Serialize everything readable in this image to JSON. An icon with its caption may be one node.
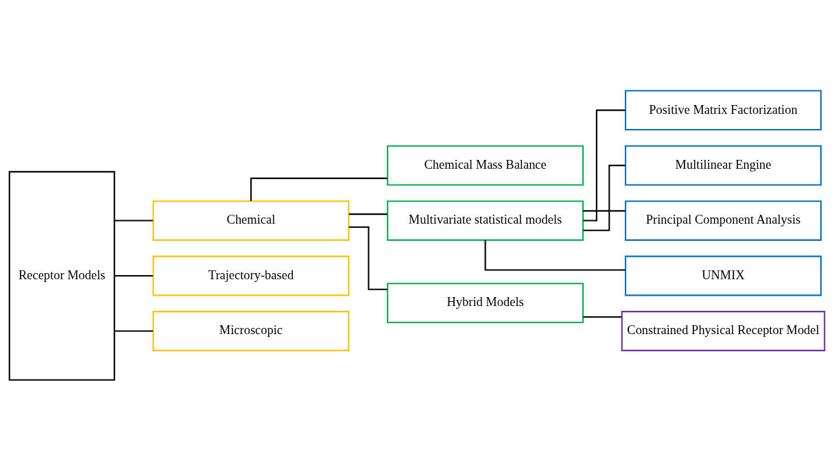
{
  "diagram": {
    "nodes": [
      {
        "text": [
          "Receptor Models"
        ]
      },
      {
        "text": [
          "Chemical"
        ]
      },
      {
        "text": [
          "Trajectory-based"
        ]
      },
      {
        "text": [
          "Microscopic"
        ]
      },
      {
        "text": [
          "Chemical Mass Balance"
        ]
      },
      {
        "text": [
          "Multivariate statistical models"
        ]
      },
      {
        "text": [
          "Hybrid Models"
        ]
      },
      {
        "text": [
          "Positive Matrix Factorization"
        ]
      },
      {
        "text": [
          "Multilinear Engine"
        ]
      },
      {
        "text": [
          "Principal Component Analysis"
        ]
      },
      {
        "text": [
          "UNMIX"
        ]
      },
      {
        "text": [
          "Constrained Physical Receptor Model"
        ]
      }
    ],
    "edges": [
      {
        "from": 0,
        "to": 1,
        "arrow": "none"
      },
      {
        "from": 0,
        "to": 2,
        "arrow": "none"
      },
      {
        "from": 0,
        "to": 3,
        "arrow": "none"
      },
      {
        "from": 1,
        "to": 4,
        "arrow": "none"
      },
      {
        "from": 1,
        "to": 5,
        "arrow": "none"
      },
      {
        "from": 1,
        "to": 6,
        "arrow": "none"
      },
      {
        "from": 5,
        "to": 7,
        "arrow": "none"
      },
      {
        "from": 5,
        "to": 8,
        "arrow": "none"
      },
      {
        "from": 5,
        "to": 9,
        "arrow": "none"
      },
      {
        "from": 5,
        "to": 10,
        "arrow": "none"
      },
      {
        "from": 6,
        "to": 11,
        "arrow": "none"
      }
    ]
  }
}
